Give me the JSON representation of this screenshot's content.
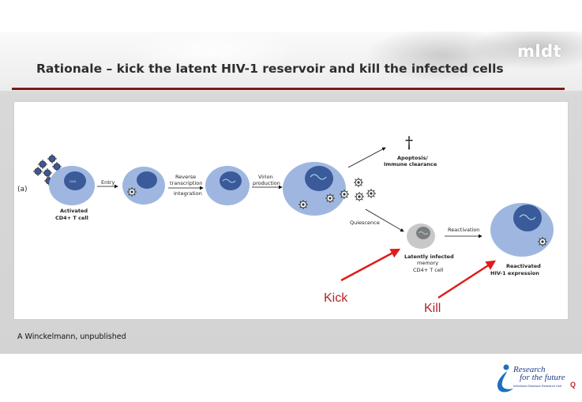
{
  "header": {
    "logo_text": "mldt",
    "title": "Rationale – kick the latent HIV-1 reservoir and kill the infected cells"
  },
  "diagram": {
    "panel_label": "(a)",
    "cell1_label_line1": "Activated",
    "cell1_label_line2": "CD4+ T cell",
    "step1": "Entry",
    "step2_line1": "Reverse",
    "step2_line2": "transcription",
    "step2_line3": "Integration",
    "step3_line1": "Virion",
    "step3_line2": "production",
    "apoptosis_line1": "Apoptosis/",
    "apoptosis_line2": "Immune clearance",
    "quiescence": "Quiescence",
    "reactivation": "Reactivation",
    "latent_line1": "Latently infected",
    "latent_line2": "memory",
    "latent_line3": "CD4+ T cell",
    "reactivated_line1": "Reactivated",
    "reactivated_line2": "HIV-1 expression",
    "nucleus_text": "DNA",
    "cross_symbol": "†",
    "arrow_color": "#e01b1b",
    "cell_color": "#9fb7e0",
    "nucleus_color": "#3a5a9a"
  },
  "annotations": {
    "kick": "Kick",
    "kill": "Kill"
  },
  "footer": {
    "credit": "A Winckelmann, unpublished",
    "logo_line1": "Research",
    "logo_line2": "for the future",
    "logo_line3": "Infectious Diseases Research Unit",
    "logo_mark": "Q"
  }
}
